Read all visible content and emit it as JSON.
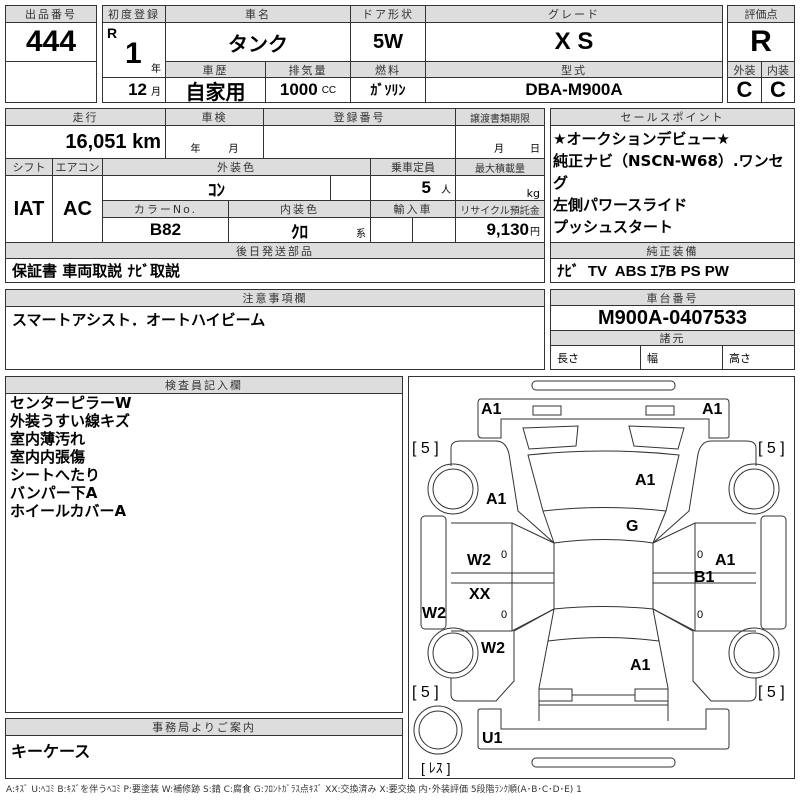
{
  "lot": {
    "label": "出品番号",
    "value": "444"
  },
  "first_reg": {
    "label": "初度登録",
    "era": "R",
    "year": "1",
    "year_unit": "年",
    "month": "12",
    "month_unit": "月"
  },
  "car_name": {
    "label": "車名",
    "value": "タンク"
  },
  "door": {
    "label": "ドア形状",
    "value": "5W"
  },
  "grade": {
    "label": "グレード",
    "value": "X S"
  },
  "score": {
    "label": "評価点",
    "value": "R",
    "ext_label": "外装",
    "int_label": "内装",
    "ext": "C",
    "int": "C"
  },
  "history": {
    "label": "車歴",
    "value": "自家用"
  },
  "displacement": {
    "label": "排気量",
    "value": "1000",
    "unit": "CC"
  },
  "fuel": {
    "label": "燃料",
    "value": "ｶﾞｿﾘﾝ"
  },
  "model": {
    "label": "型式",
    "value": "DBA-M900A"
  },
  "mileage": {
    "label": "走行",
    "value": "16,051",
    "unit": "km"
  },
  "inspection": {
    "label": "車検",
    "year_unit": "年",
    "month_unit": "月"
  },
  "reg_no": {
    "label": "登録番号"
  },
  "transfer": {
    "label": "譲渡書類期限",
    "month_unit": "月",
    "day_unit": "日"
  },
  "shift": {
    "label": "シフト",
    "value": "IAT"
  },
  "aircon": {
    "label": "エアコン",
    "value": "AC"
  },
  "ext_color": {
    "label": "外装色",
    "value": "ｺﾝ"
  },
  "capacity": {
    "label": "乗車定員",
    "value": "5",
    "unit": "人"
  },
  "max_load": {
    "label": "最大積載量",
    "unit": "kg"
  },
  "color_no": {
    "label": "カラーNo.",
    "value": "B82"
  },
  "int_color": {
    "label": "内装色",
    "value": "ｸﾛ",
    "unit": "系"
  },
  "import": {
    "label": "輸入車"
  },
  "recycle": {
    "label": "リサイクル預託金",
    "value": "9,130",
    "unit": "円"
  },
  "later_parts": {
    "label": "後日発送部品",
    "value": "保証書 車両取説 ﾅﾋﾞ取説"
  },
  "sales_points": {
    "label": "セールスポイント",
    "items": [
      "★オークションデビュー★",
      "純正ナビ（NSCN-W68）.ワンセグ",
      "左側パワースライド",
      "プッシュスタート"
    ]
  },
  "equipment": {
    "label": "純正装備",
    "value": "ﾅﾋﾞ  TV  ABS ｴｱB PS PW"
  },
  "notes": {
    "label": "注意事項欄",
    "value": "スマートアシスト．オートハイビーム"
  },
  "chassis": {
    "label": "車台番号",
    "value": "M900A-0407533",
    "spec_label": "諸元",
    "length": "長さ",
    "width": "幅",
    "height": "高さ"
  },
  "inspector": {
    "label": "検査員記入欄",
    "lines": [
      "センターピラーW",
      "外装うすい線キズ",
      "室内薄汚れ",
      "室内内張傷",
      "シートへたり",
      "バンパー下A",
      "ホイールカバーA"
    ]
  },
  "office": {
    "label": "事務局よりご案内",
    "value": "キーケース"
  },
  "diagram": {
    "marks": [
      "A1",
      "A1",
      "A1",
      "A1",
      "G",
      "W2",
      "A1",
      "B1",
      "XX",
      "W2",
      "W2",
      "A1",
      "U1"
    ],
    "tires": [
      "[ 5 ]",
      "[ 5 ]",
      "[ 5 ]",
      "[ 5 ]"
    ],
    "spare": "[ ﾚｽ ]",
    "zero": "0"
  },
  "legend": "A:ｷｽﾞ U:ﾍｺﾐ B:ｷｽﾞを伴うﾍｺﾐ P:要塗装 W:補修跡 S:錆 C:腐食 G:ﾌﾛﾝﾄｶﾞﾗｽ点ｷｽﾞ XX:交換済み X:要交換  内･外装評価  5段階ﾗﾝｸ順(A･B･C･D･E) 1"
}
